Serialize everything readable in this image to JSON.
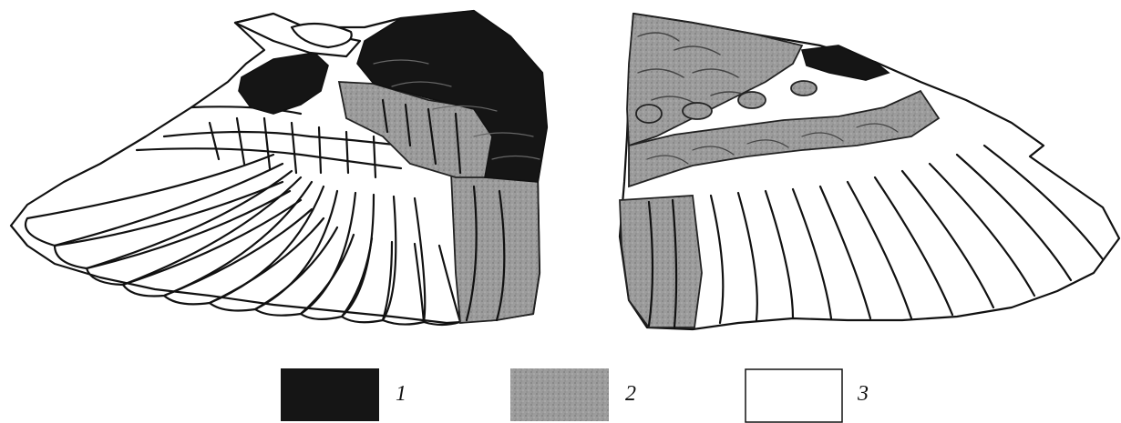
{
  "figure": {
    "wings": [
      "left-wing-upper-side",
      "right-wing-under-side"
    ],
    "legend": [
      {
        "label": "1",
        "fill": "#151515",
        "meaning": ""
      },
      {
        "label": "2",
        "fill": "#9a9a9a",
        "meaning": ""
      },
      {
        "label": "3",
        "fill": "#ffffff",
        "meaning": ""
      }
    ]
  }
}
